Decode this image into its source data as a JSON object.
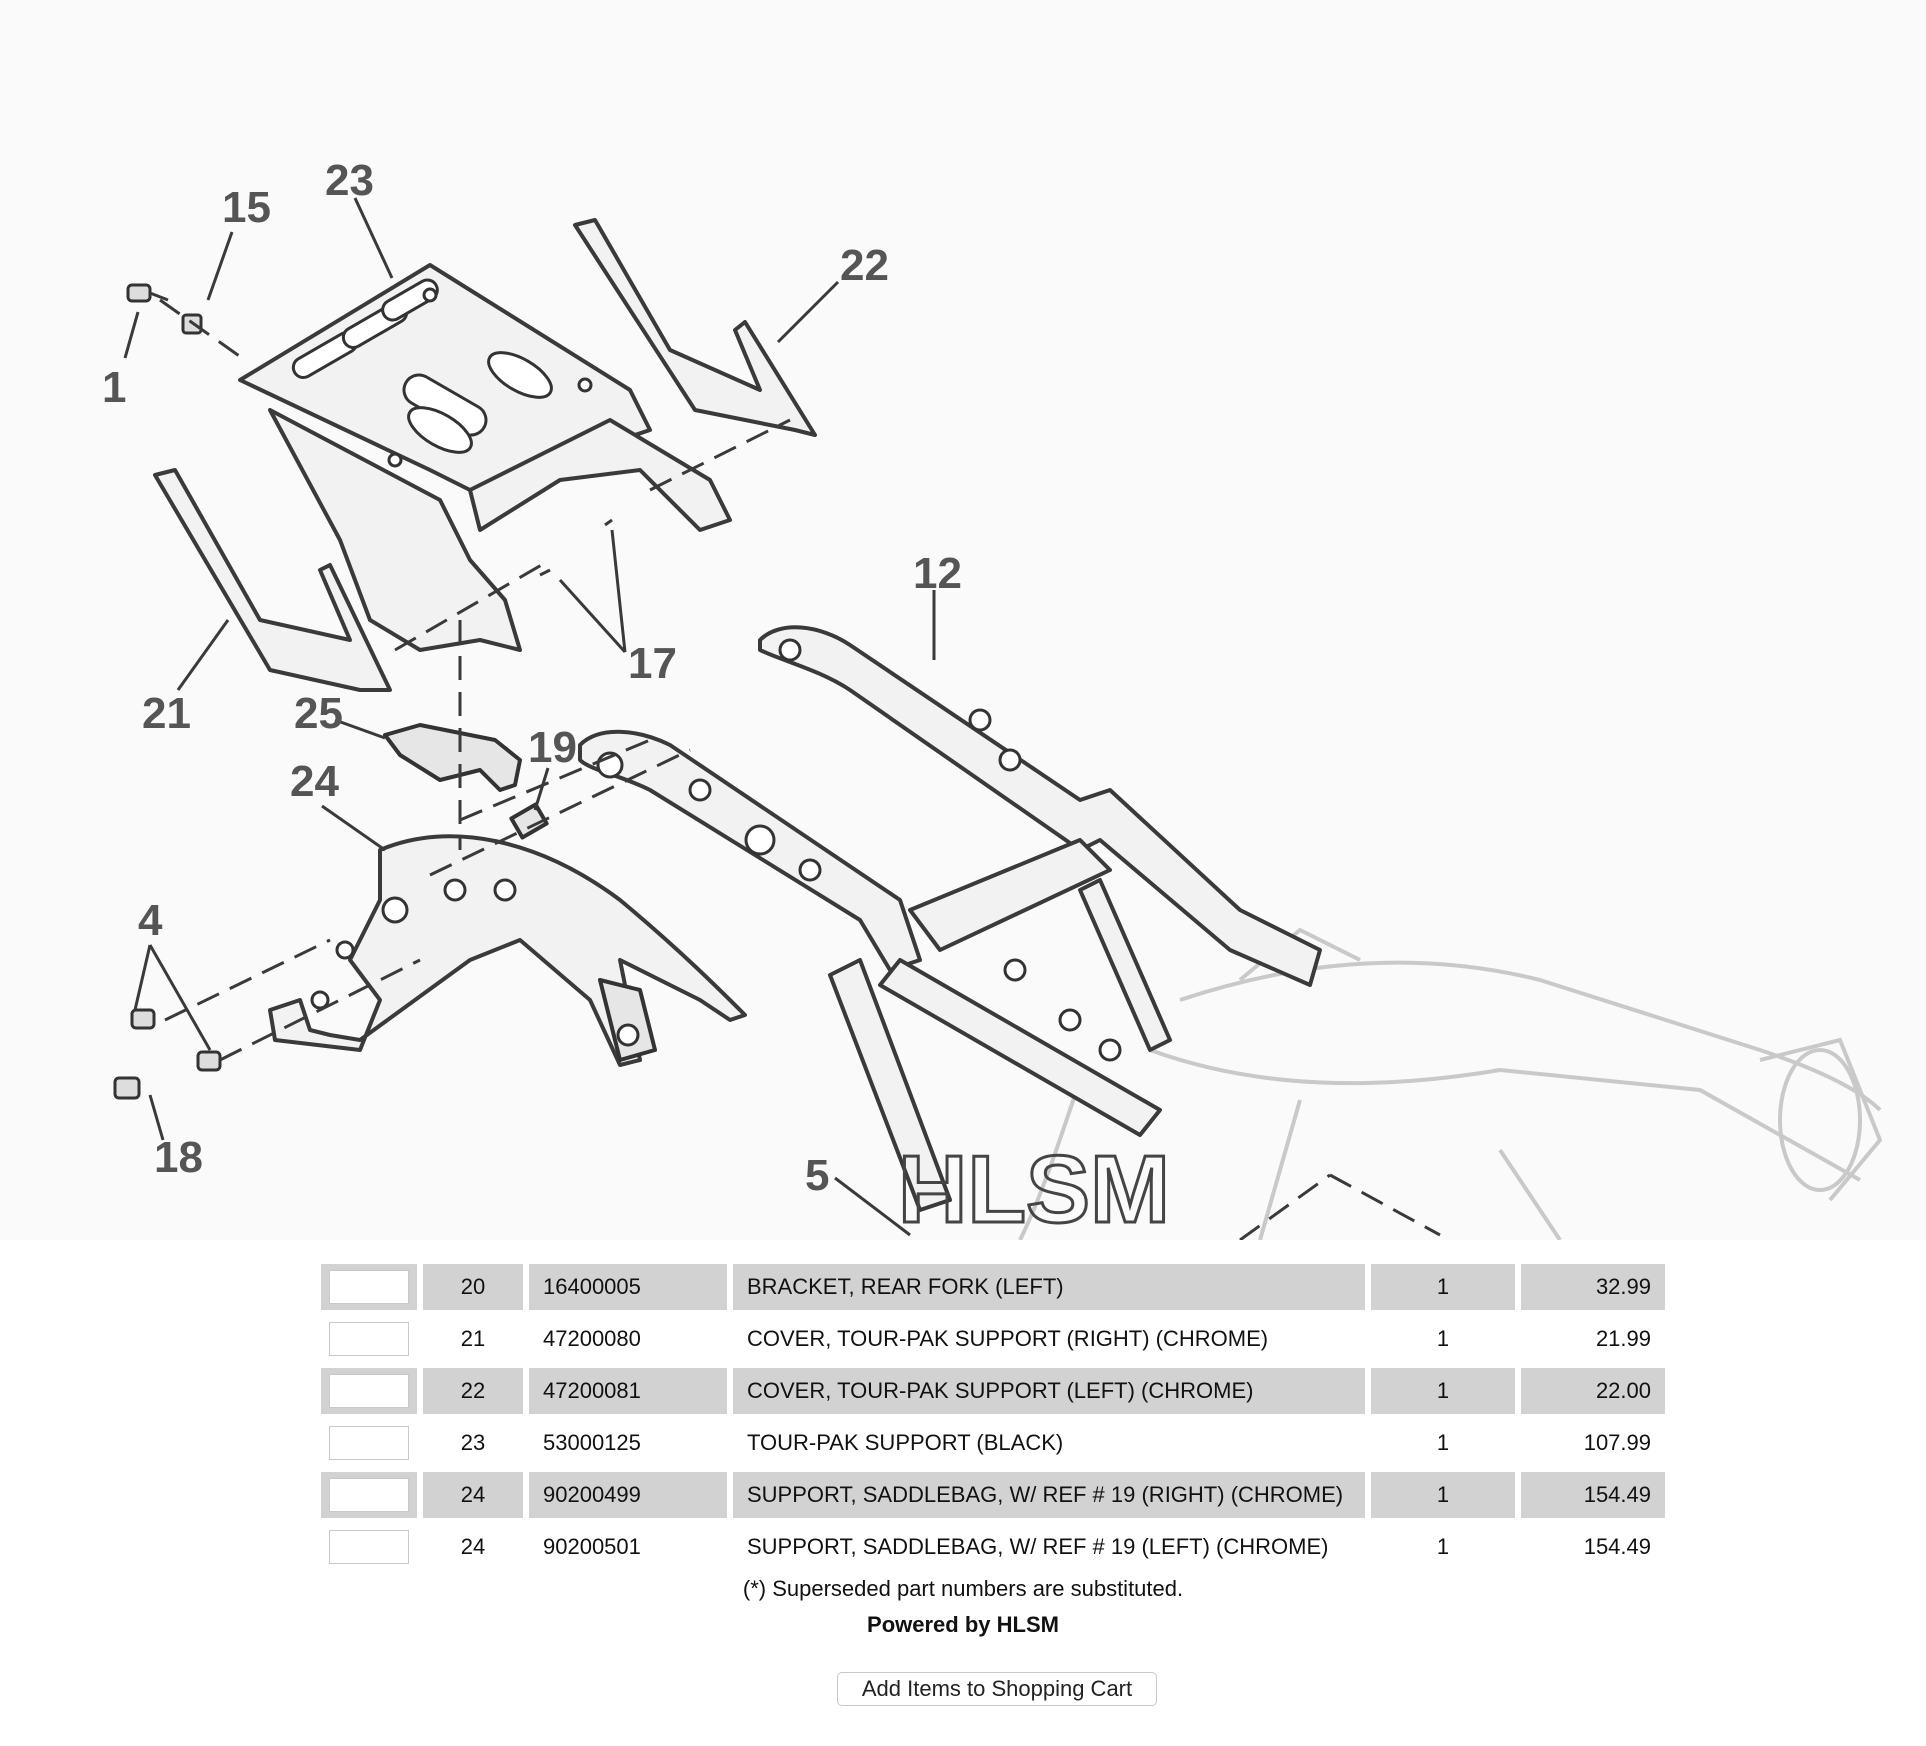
{
  "diagram": {
    "callouts": [
      "23",
      "15",
      "22",
      "1",
      "12",
      "17",
      "21",
      "25",
      "19",
      "24",
      "4",
      "18",
      "5"
    ],
    "watermark": "HLSM"
  },
  "parts_table": {
    "rows": [
      {
        "ref": "20",
        "part_number": "16400005",
        "description": "BRACKET, REAR FORK (LEFT)",
        "qty": "1",
        "price": "32.99"
      },
      {
        "ref": "21",
        "part_number": "47200080",
        "description": "COVER, TOUR-PAK SUPPORT (RIGHT) (CHROME)",
        "qty": "1",
        "price": "21.99"
      },
      {
        "ref": "22",
        "part_number": "47200081",
        "description": "COVER, TOUR-PAK SUPPORT (LEFT) (CHROME)",
        "qty": "1",
        "price": "22.00"
      },
      {
        "ref": "23",
        "part_number": "53000125",
        "description": "TOUR-PAK SUPPORT (BLACK)",
        "qty": "1",
        "price": "107.99"
      },
      {
        "ref": "24",
        "part_number": "90200499",
        "description": "SUPPORT, SADDLEBAG, W/ REF # 19 (RIGHT) (CHROME)",
        "qty": "1",
        "price": "154.49"
      },
      {
        "ref": "24",
        "part_number": "90200501",
        "description": "SUPPORT, SADDLEBAG, W/ REF # 19 (LEFT) (CHROME)",
        "qty": "1",
        "price": "154.49"
      }
    ]
  },
  "footer": {
    "note": "(*)  Superseded part numbers are substituted.",
    "powered_by": "Powered by HLSM",
    "add_button": "Add Items to Shopping Cart"
  },
  "colors": {
    "row_shade": "#d2d2d2",
    "line_art": "#3a3a3a"
  }
}
